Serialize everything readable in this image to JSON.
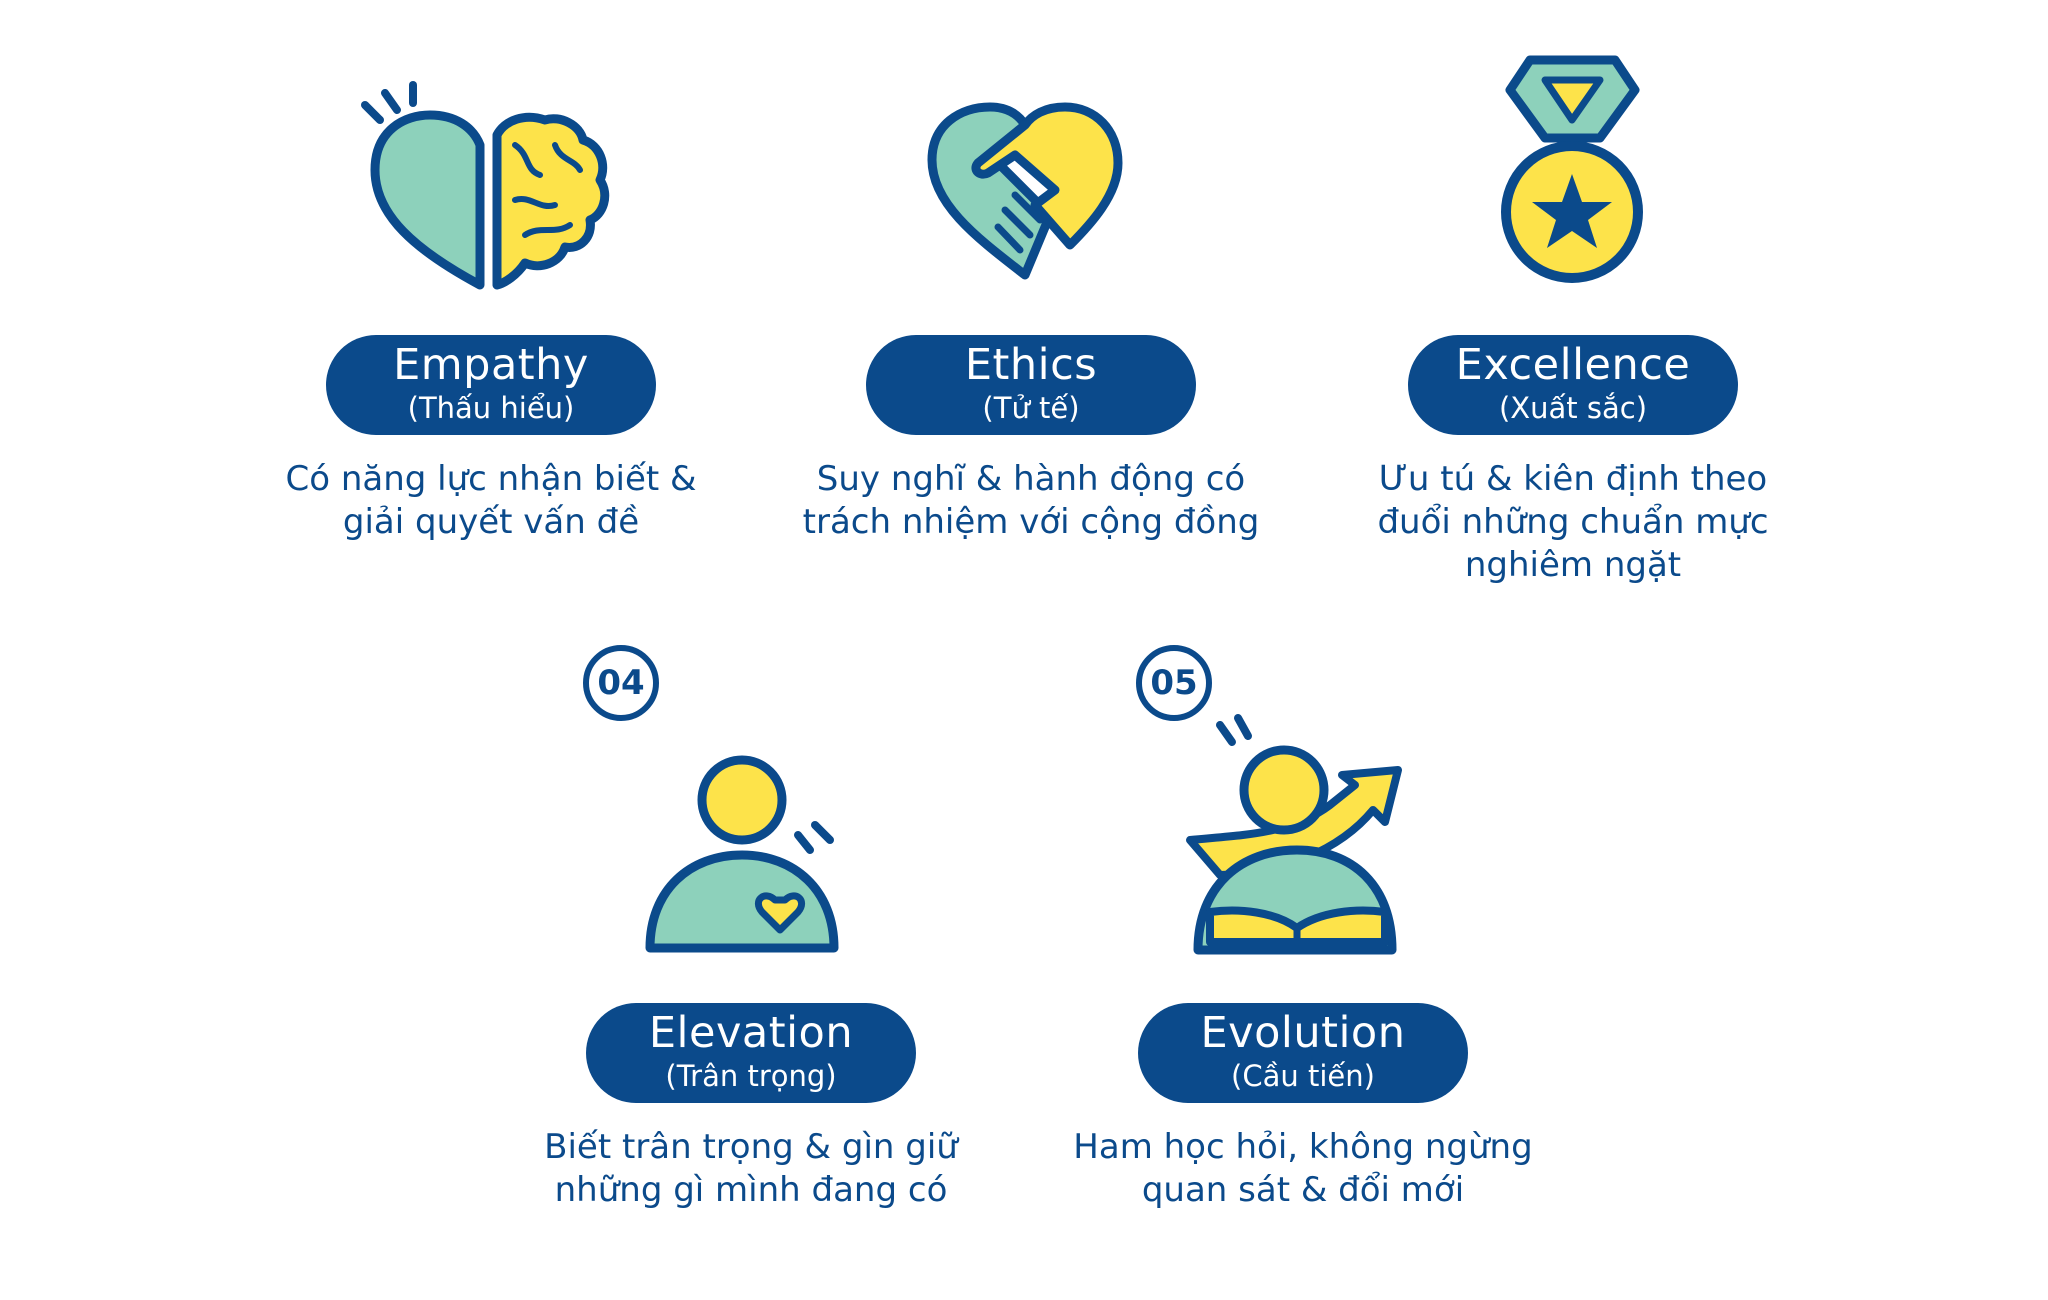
{
  "colors": {
    "navy": "#0b4a8b",
    "mint": "#8dd1bb",
    "yellow": "#fde34a",
    "white": "#ffffff"
  },
  "values": [
    {
      "icon": "heart-brain-icon",
      "title": "Empathy",
      "subtitle": "(Thấu hiểu)",
      "desc": [
        "Có năng lực nhận biết &",
        "giải quyết vấn đề"
      ]
    },
    {
      "icon": "handshake-heart-icon",
      "title": "Ethics",
      "subtitle": "(Tử tế)",
      "desc": [
        "Suy nghĩ & hành động có",
        "trách nhiệm với cộng đồng"
      ]
    },
    {
      "icon": "medal-icon",
      "title": "Excellence",
      "subtitle": "(Xuất sắc)",
      "desc": [
        "Ưu tú & kiên định theo",
        "đuổi những chuẩn mực",
        "nghiêm ngặt"
      ]
    },
    {
      "number": "04",
      "icon": "person-heart-icon",
      "title": "Elevation",
      "subtitle": "(Trân trọng)",
      "desc": [
        "Biết trân trọng & gìn giữ",
        "những gì mình đang có"
      ]
    },
    {
      "number": "05",
      "icon": "person-growth-book-icon",
      "title": "Evolution",
      "subtitle": "(Cầu tiến)",
      "desc": [
        "Ham học hỏi, không ngừng",
        "quan sát & đổi mới"
      ]
    }
  ]
}
